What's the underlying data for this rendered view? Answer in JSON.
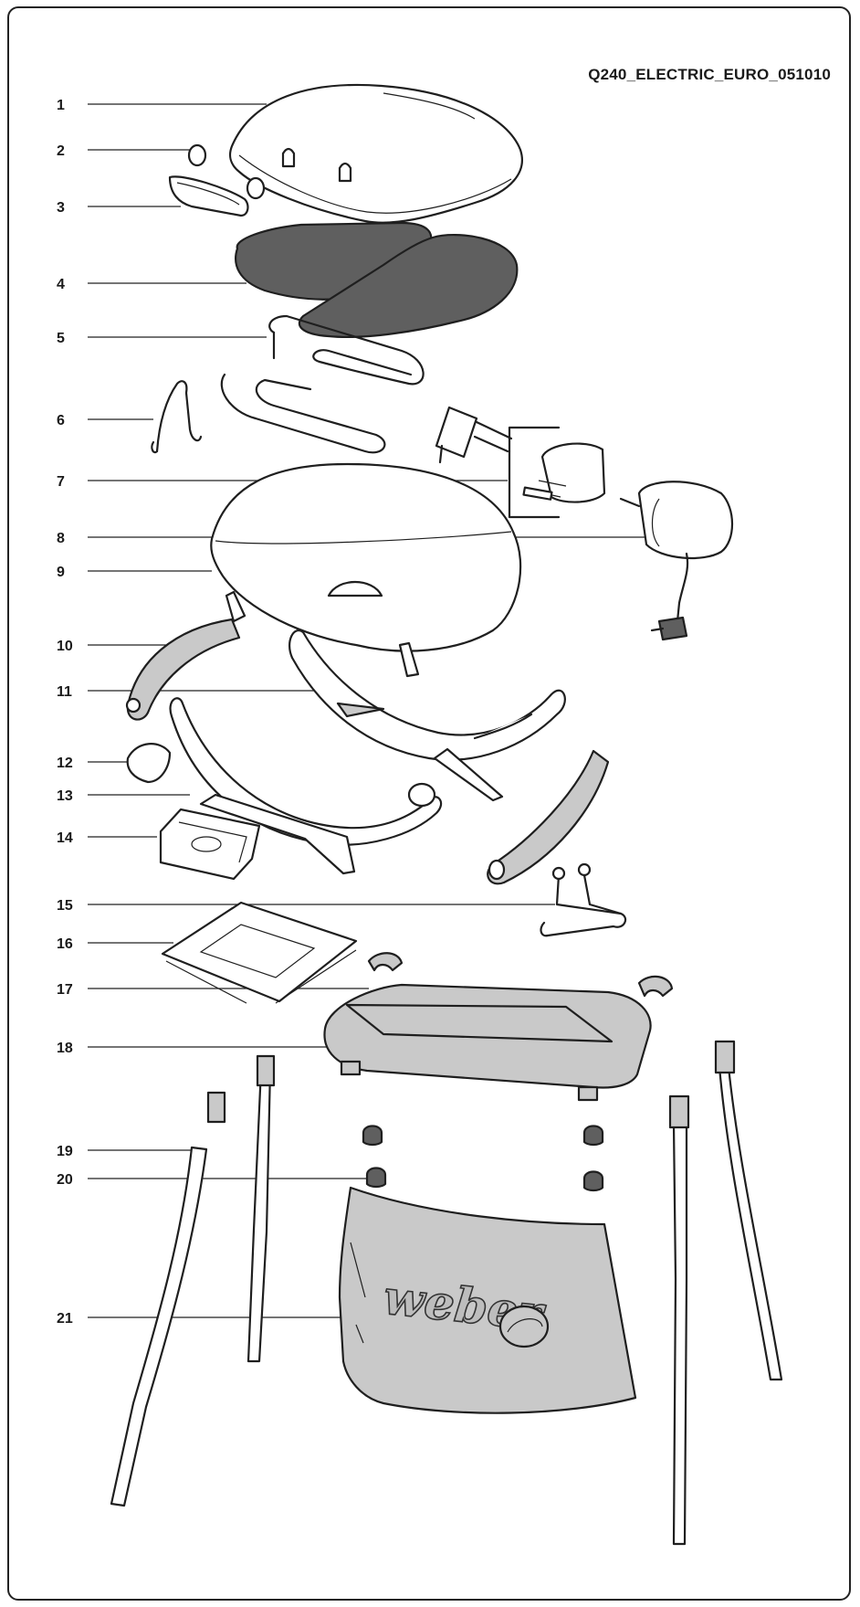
{
  "document_code": "Q240_ELECTRIC_EURO_051010",
  "brand_mark": "weber",
  "callouts": [
    "1",
    "2",
    "3",
    "4",
    "5",
    "6",
    "7",
    "8",
    "9",
    "10",
    "11",
    "12",
    "13",
    "14",
    "15",
    "16",
    "17",
    "18",
    "19",
    "20",
    "21"
  ],
  "colors": {
    "outline": "#1f1f1f",
    "light_fill": "#c9c9c9",
    "dark_fill": "#5f5f5f",
    "frame": "#222222"
  }
}
